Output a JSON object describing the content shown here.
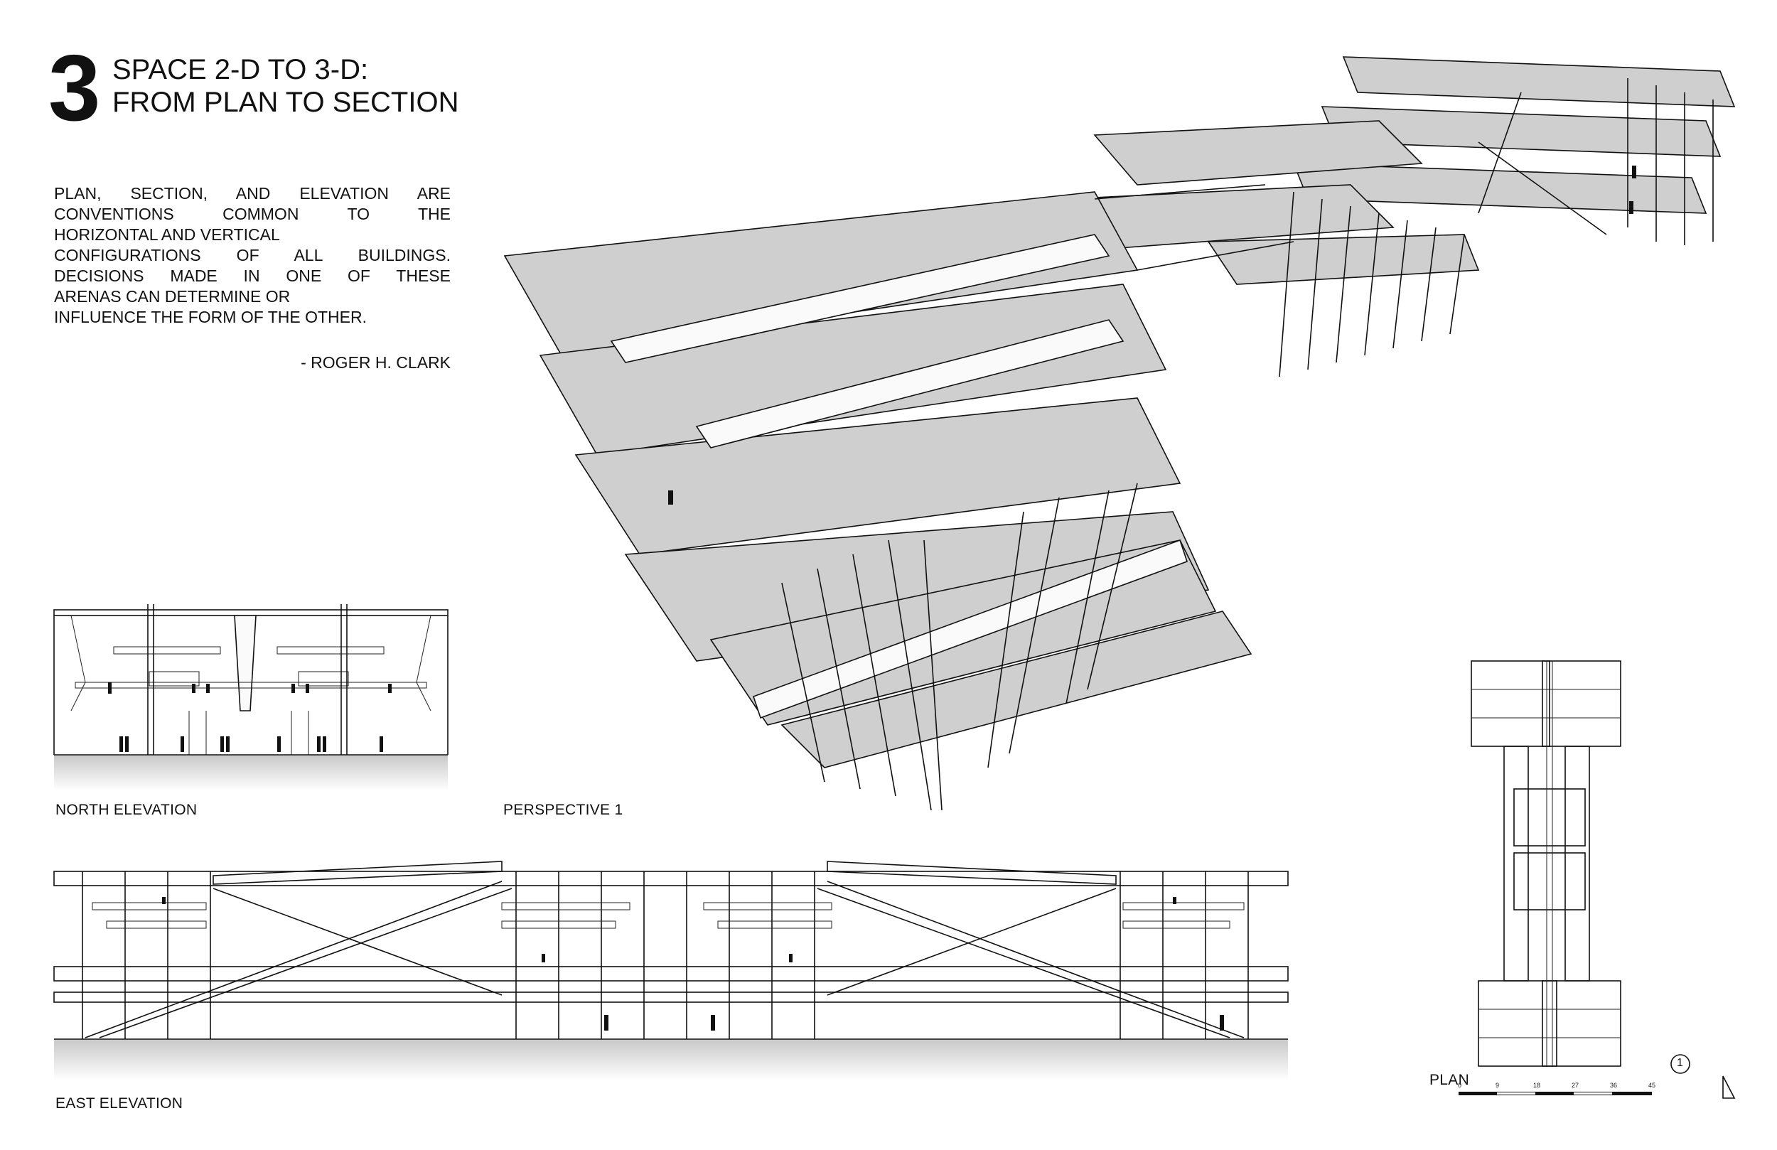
{
  "heading": {
    "number": "3",
    "line1": "SPACE 2-D TO 3-D:",
    "line2": "FROM PLAN TO SECTION"
  },
  "quote": {
    "lines": [
      "PLAN, SECTION, AND ELEVATION ARE",
      "CONVENTIONS COMMON TO THE",
      "HORIZONTAL AND VERTICAL",
      "CONFIGURATIONS OF ALL BUILDINGS.",
      "DECISIONS MADE IN ONE OF THESE",
      "ARENAS CAN DETERMINE OR",
      "INFLUENCE THE FORM OF THE OTHER."
    ],
    "attribution": "- ROGER H. CLARK"
  },
  "captions": {
    "north_elevation": "NORTH ELEVATION",
    "perspective": "PERSPECTIVE 1",
    "east_elevation": "EAST ELEVATION",
    "plan": "PLAN"
  },
  "plan": {
    "scale_ticks": [
      "0",
      "9",
      "18",
      "27",
      "36",
      "45"
    ],
    "marker": "1"
  },
  "colors": {
    "ink": "#111111",
    "slab_fill": "#cfcfcf",
    "ground_gradient_top": "#c8c8c8"
  }
}
